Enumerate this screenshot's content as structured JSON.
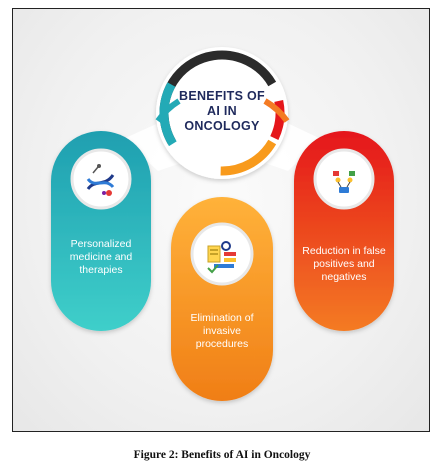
{
  "center": {
    "title": "BENEFITS OF AI IN ONCOLOGY"
  },
  "cards": [
    {
      "id": "personalized",
      "text": "Personalized medicine and therapies",
      "color": "#23aab6",
      "icon": "dna-icon"
    },
    {
      "id": "elimination",
      "text": "Elimination of invasive procedures",
      "color": "#f89a1c",
      "icon": "document-settings-icon"
    },
    {
      "id": "reduction",
      "text": "Reduction in false positives and negatives",
      "color": "#eb2d1b",
      "icon": "network-nodes-icon"
    }
  ],
  "caption": "Figure 2: Benefits of AI in Oncology"
}
